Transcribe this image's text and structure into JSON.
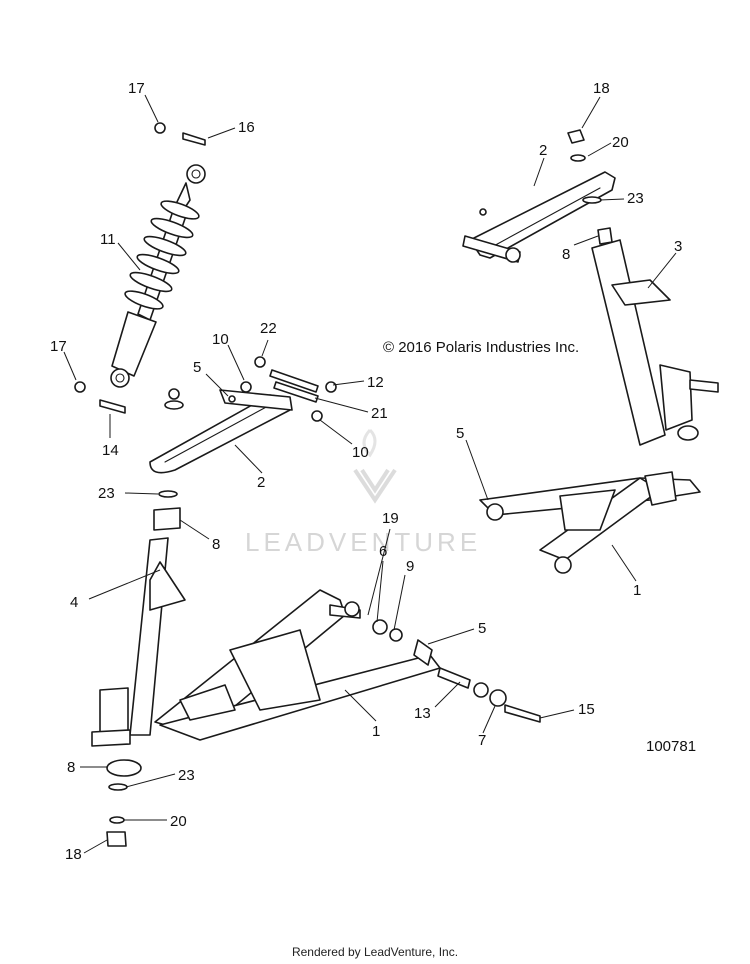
{
  "copyright": "© 2016 Polaris Industries Inc.",
  "figure_id": "100781",
  "watermark": "LEADVENTURE",
  "footer": "Rendered by LeadVenture, Inc.",
  "callouts": [
    "17",
    "16",
    "11",
    "17",
    "14",
    "10",
    "22",
    "5",
    "12",
    "21",
    "10",
    "2",
    "18",
    "20",
    "2",
    "23",
    "8",
    "3",
    "5",
    "1",
    "23",
    "8",
    "4",
    "19",
    "6",
    "9",
    "5",
    "1",
    "13",
    "7",
    "15",
    "8",
    "23",
    "20",
    "18"
  ],
  "colors": {
    "line": "#1a1a1a",
    "watermark": "#d6d6d6"
  }
}
